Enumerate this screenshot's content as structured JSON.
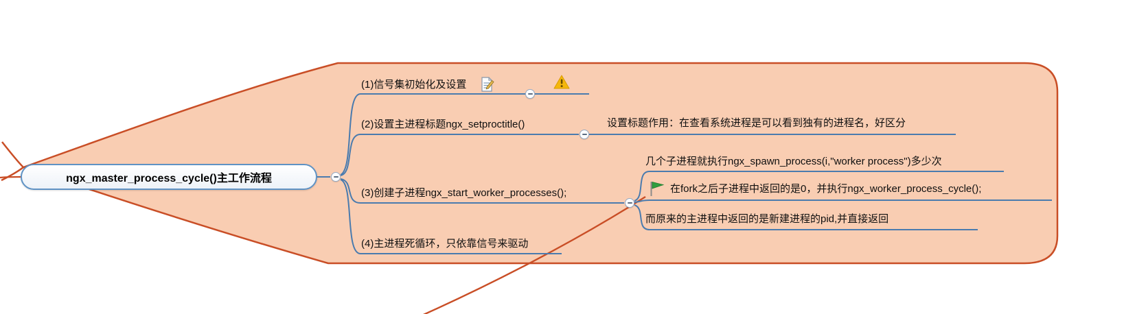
{
  "root": {
    "label": "ngx_master_process_cycle()主工作流程"
  },
  "branches": [
    {
      "label": "(1)信号集初始化及设置",
      "markers": [
        "note-icon",
        "warning-icon"
      ]
    },
    {
      "label": "(2)设置主进程标题ngx_setproctitle()",
      "children": [
        {
          "label": "设置标题作用：在查看系统进程是可以看到独有的进程名，好区分"
        }
      ]
    },
    {
      "label": "(3)创建子进程ngx_start_worker_processes();",
      "children": [
        {
          "label": "几个子进程就执行ngx_spawn_process(i,\"worker process\")多少次"
        },
        {
          "label": "在fork之后子进程中返回的是0，并执行ngx_worker_process_cycle();",
          "marker": "green-flag-icon"
        },
        {
          "label": "而原来的主进程中返回的是新建进程的pid,并直接返回"
        }
      ]
    },
    {
      "label": "(4)主进程死循环，只依靠信号来驱动"
    }
  ],
  "colors": {
    "boundary_fill": "#f9cdb2",
    "boundary_border": "#c94e26",
    "branch_line": "#4a7bae",
    "node_border": "#5e92c4",
    "node_fill": "#ffffff",
    "text": "#101010",
    "warning_yellow": "#f5b70d",
    "flag_green": "#2f9e3f"
  }
}
